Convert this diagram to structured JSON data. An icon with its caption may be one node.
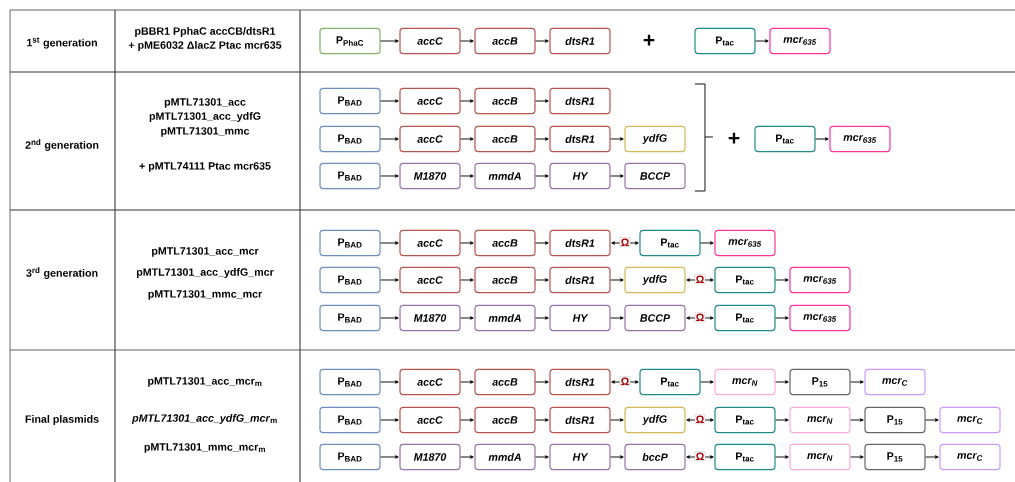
{
  "diagram": {
    "nodes": [
      {
        "text": [
          "P$_{PhaC}$"
        ]
      },
      {
        "text": [
          "accC"
        ]
      },
      {
        "text": [
          "accB"
        ]
      },
      {
        "text": [
          "dtsR1"
        ]
      },
      {
        "text": [
          "P$_{tac}$"
        ]
      },
      {
        "text": [
          "mcr$_{635}$"
        ]
      },
      {
        "text": [
          "P$_{BAD}$"
        ]
      },
      {
        "text": [
          "accC"
        ]
      },
      {
        "text": [
          "accB"
        ]
      },
      {
        "text": [
          "dtsR1"
        ]
      },
      {
        "text": [
          "P$_{BAD}$"
        ]
      },
      {
        "text": [
          "accC"
        ]
      },
      {
        "text": [
          "accB"
        ]
      },
      {
        "text": [
          "dtsR1"
        ]
      },
      {
        "text": [
          "ydfG"
        ]
      },
      {
        "text": [
          "P$_{BAD}$"
        ]
      },
      {
        "text": [
          "M1870"
        ]
      },
      {
        "text": [
          "mmdA"
        ]
      },
      {
        "text": [
          "HY"
        ]
      },
      {
        "text": [
          "BCCP"
        ]
      },
      {
        "text": [
          "P$_{tac}$"
        ]
      },
      {
        "text": [
          "mcr$_{635}$"
        ]
      },
      {
        "text": [
          "P$_{BAD}$"
        ]
      },
      {
        "text": [
          "accC"
        ]
      },
      {
        "text": [
          "accB"
        ]
      },
      {
        "text": [
          "dtsR1"
        ]
      },
      {
        "text": [
          "P$_{tac}$"
        ]
      },
      {
        "text": [
          "mcr$_{635}$"
        ]
      },
      {
        "text": [
          "P$_{BAD}$"
        ]
      },
      {
        "text": [
          "accC"
        ]
      },
      {
        "text": [
          "accB"
        ]
      },
      {
        "text": [
          "dtsR1"
        ]
      },
      {
        "text": [
          "ydfG"
        ]
      },
      {
        "text": [
          "P$_{tac}$"
        ]
      },
      {
        "text": [
          "mcr$_{635}$"
        ]
      },
      {
        "text": [
          "P$_{BAD}$"
        ]
      },
      {
        "text": [
          "M1870"
        ]
      },
      {
        "text": [
          "mmdA"
        ]
      },
      {
        "text": [
          "HY"
        ]
      },
      {
        "text": [
          "BCCP"
        ]
      },
      {
        "text": [
          "P$_{tac}$"
        ]
      },
      {
        "text": [
          "mcr$_{635}$"
        ]
      },
      {
        "text": [
          "P$_{BAD}$"
        ]
      },
      {
        "text": [
          "accC"
        ]
      },
      {
        "text": [
          "accB"
        ]
      },
      {
        "text": [
          "dtsR1"
        ]
      },
      {
        "text": [
          "P$_{tac}$"
        ]
      },
      {
        "text": [
          "mcr$_{N}$"
        ]
      },
      {
        "text": [
          "P$_{15}$"
        ]
      },
      {
        "text": [
          "mcr$_{C}$"
        ]
      },
      {
        "text": [
          "P$_{BAD}$"
        ]
      },
      {
        "text": [
          "accC"
        ]
      },
      {
        "text": [
          "accB"
        ]
      },
      {
        "text": [
          "dtsR1"
        ]
      },
      {
        "text": [
          "ydfG"
        ]
      },
      {
        "text": [
          "P$_{tac}$"
        ]
      },
      {
        "text": [
          "mcr$_{N}$"
        ]
      },
      {
        "text": [
          "P$_{15}$"
        ]
      },
      {
        "text": [
          "mcr$_{C}$"
        ]
      },
      {
        "text": [
          "P$_{BAD}$"
        ]
      },
      {
        "text": [
          "M1870"
        ]
      },
      {
        "text": [
          "mmdA"
        ]
      },
      {
        "text": [
          "HY"
        ]
      },
      {
        "text": [
          "bccP"
        ]
      },
      {
        "text": [
          "P$_{tac}$"
        ]
      },
      {
        "text": [
          "mcr$_{N}$"
        ]
      },
      {
        "text": [
          "P$_{15}$"
        ]
      },
      {
        "text": [
          "mcr$_{C}$"
        ]
      }
    ],
    "edges": [
      {
        "from": 0,
        "to": 1,
        "arrow": "to"
      },
      {
        "from": 1,
        "to": 2,
        "arrow": "to"
      },
      {
        "from": 2,
        "to": 3,
        "arrow": "to"
      },
      {
        "from": 4,
        "to": 5,
        "arrow": "to"
      },
      {
        "from": 6,
        "to": 7,
        "arrow": "to"
      },
      {
        "from": 7,
        "to": 8,
        "arrow": "to"
      },
      {
        "from": 8,
        "to": 9,
        "arrow": "to"
      },
      {
        "from": 10,
        "to": 11,
        "arrow": "to"
      },
      {
        "from": 11,
        "to": 12,
        "arrow": "to"
      },
      {
        "from": 12,
        "to": 13,
        "arrow": "to"
      },
      {
        "from": 13,
        "to": 14,
        "arrow": "to"
      },
      {
        "from": 15,
        "to": 16,
        "arrow": "to"
      },
      {
        "from": 16,
        "to": 17,
        "arrow": "to"
      },
      {
        "from": 17,
        "to": 18,
        "arrow": "to"
      },
      {
        "from": 18,
        "to": 19,
        "arrow": "to"
      },
      {
        "from": 20,
        "to": 21,
        "arrow": "to"
      },
      {
        "from": 22,
        "to": 23,
        "arrow": "to"
      },
      {
        "from": 23,
        "to": 24,
        "arrow": "to"
      },
      {
        "from": 24,
        "to": 25,
        "arrow": "to"
      },
      {
        "from": 25,
        "to": 26,
        "arrow": "both",
        "label": "Ω"
      },
      {
        "from": 26,
        "to": 27,
        "arrow": "to"
      },
      {
        "from": 28,
        "to": 29,
        "arrow": "to"
      },
      {
        "from": 29,
        "to": 30,
        "arrow": "to"
      },
      {
        "from": 30,
        "to": 31,
        "arrow": "to"
      },
      {
        "from": 31,
        "to": 32,
        "arrow": "to"
      },
      {
        "from": 32,
        "to": 33,
        "arrow": "both",
        "label": "Ω"
      },
      {
        "from": 33,
        "to": 34,
        "arrow": "to"
      },
      {
        "from": 35,
        "to": 36,
        "arrow": "to"
      },
      {
        "from": 36,
        "to": 37,
        "arrow": "to"
      },
      {
        "from": 37,
        "to": 38,
        "arrow": "to"
      },
      {
        "from": 38,
        "to": 39,
        "arrow": "to"
      },
      {
        "from": 39,
        "to": 40,
        "arrow": "both",
        "label": "Ω"
      },
      {
        "from": 40,
        "to": 41,
        "arrow": "to"
      },
      {
        "from": 42,
        "to": 43,
        "arrow": "to"
      },
      {
        "from": 43,
        "to": 44,
        "arrow": "to"
      },
      {
        "from": 44,
        "to": 45,
        "arrow": "to"
      },
      {
        "from": 45,
        "to": 46,
        "arrow": "both",
        "label": "Ω"
      },
      {
        "from": 46,
        "to": 47,
        "arrow": "to"
      },
      {
        "from": 47,
        "to": 48,
        "arrow": "to"
      },
      {
        "from": 48,
        "to": 49,
        "arrow": "to"
      },
      {
        "from": 50,
        "to": 51,
        "arrow": "to"
      },
      {
        "from": 51,
        "to": 52,
        "arrow": "to"
      },
      {
        "from": 52,
        "to": 53,
        "arrow": "to"
      },
      {
        "from": 53,
        "to": 54,
        "arrow": "to"
      },
      {
        "from": 54,
        "to": 55,
        "arrow": "both",
        "label": "Ω"
      },
      {
        "from": 55,
        "to": 56,
        "arrow": "to"
      },
      {
        "from": 56,
        "to": 57,
        "arrow": "to"
      },
      {
        "from": 57,
        "to": 58,
        "arrow": "to"
      },
      {
        "from": 59,
        "to": 60,
        "arrow": "to"
      },
      {
        "from": 60,
        "to": 61,
        "arrow": "to"
      },
      {
        "from": 61,
        "to": 62,
        "arrow": "to"
      },
      {
        "from": 62,
        "to": 63,
        "arrow": "to"
      },
      {
        "from": 63,
        "to": 64,
        "arrow": "both",
        "label": "Ω"
      },
      {
        "from": 64,
        "to": 65,
        "arrow": "to"
      },
      {
        "from": 65,
        "to": 66,
        "arrow": "to"
      },
      {
        "from": 66,
        "to": 67,
        "arrow": "to"
      }
    ],
    "labels": [
      "1$^{st}$ generation",
      "pBBR1 PphaC accCB/dtsR1",
      "+ pME6032 ΔlacZ Ptac mcr635",
      "+",
      "2$^{nd}$ generation",
      "pMTL71301_acc",
      "pMTL71301_acc_ydfG",
      "pMTL71301_mmc",
      "+ pMTL74111 Ptac mcr635",
      "+",
      "3$^{rd}$ generation",
      "pMTL71301_acc_mcr",
      "pMTL71301_acc_ydfG_mcr",
      "pMTL71301_mmc_mcr",
      "Final plasmids",
      "pMTL71301_acc_mcr$_{m}$",
      "*pMTL71301_acc_ydfG_mcr*$_{m}$",
      "pMTL71301_mmc_mcr$_{m}$"
    ]
  }
}
